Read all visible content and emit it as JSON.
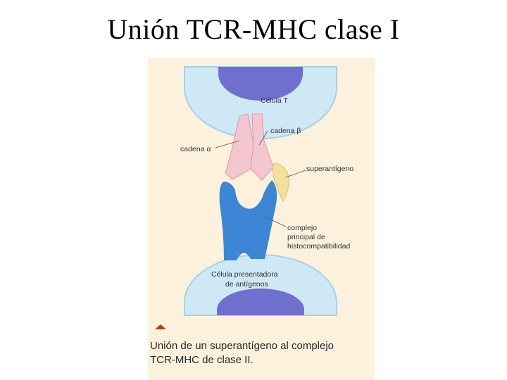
{
  "slide": {
    "title": "Unión TCR-MHC clase I"
  },
  "figure": {
    "labels": {
      "t_cell": "Célula T",
      "beta_chain": "cadena β",
      "alpha_chain": "cadena α",
      "superantigen": "superantígeno",
      "mhc_line1": "complejo",
      "mhc_line2": "principal de",
      "mhc_line3": "histocompatibilidad",
      "apc_line1": "Célula presentadora",
      "apc_line2": "de antígenos"
    },
    "caption_line1": "Unión de un superantígeno al complejo",
    "caption_line2": "TCR-MHC de clase II."
  },
  "colors": {
    "background_tint": "#fbf1dc",
    "cell_membrane": "#cfe8f5",
    "nucleus": "#6f6fcf",
    "tcr_chains": "#f4c6cf",
    "mhc": "#3d86d6",
    "superantigen": "#f3e09a",
    "caption_marker": "#b83a24"
  }
}
